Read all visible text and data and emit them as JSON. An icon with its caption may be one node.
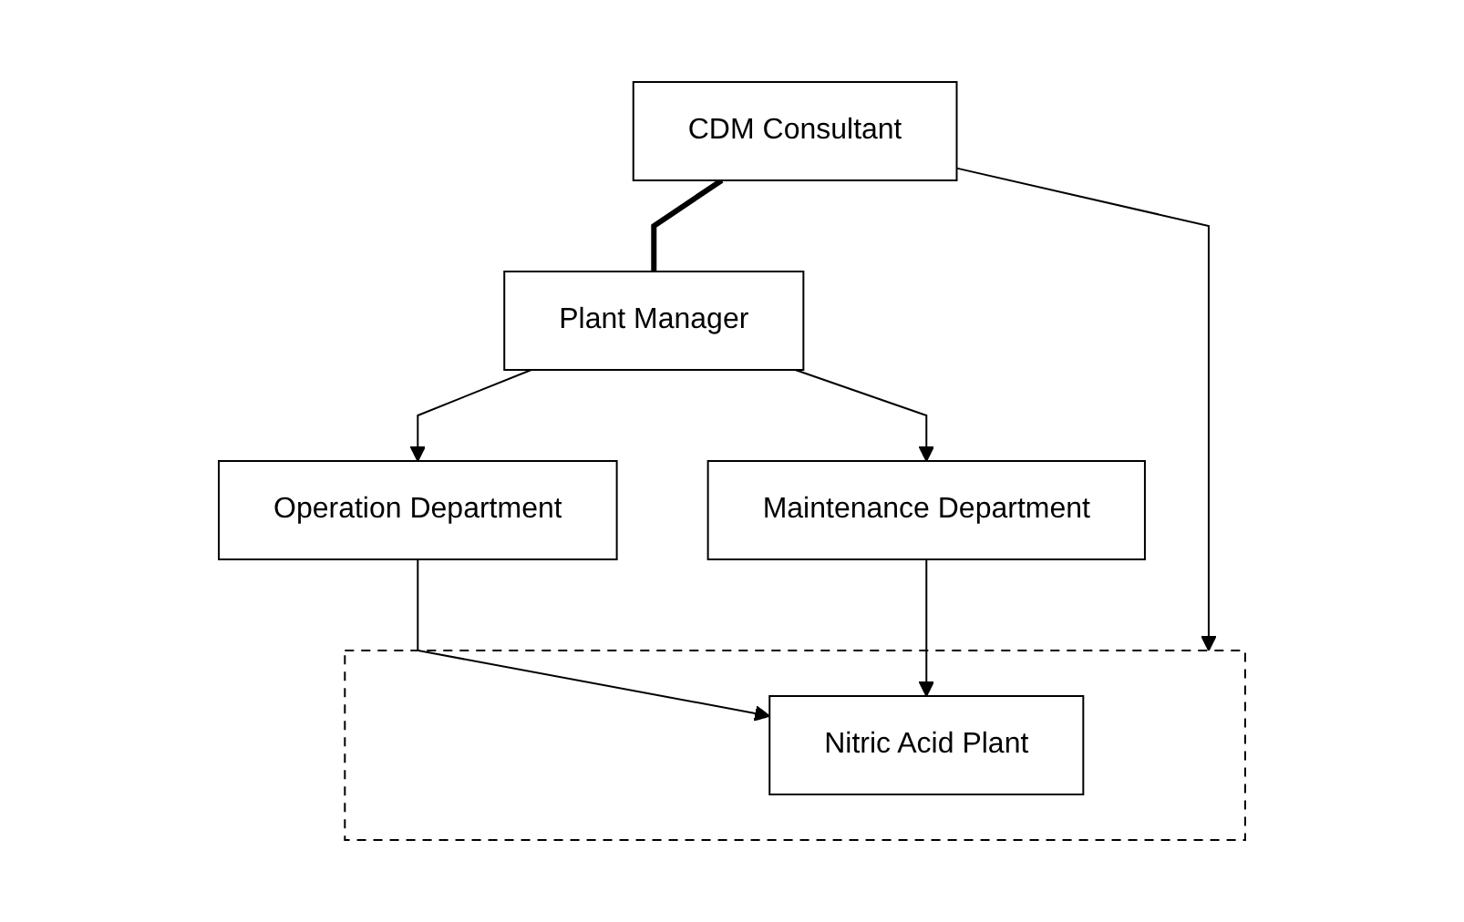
{
  "diagram": {
    "nodes": [
      {
        "text": [
          "Plant Manager"
        ]
      },
      {
        "text": [
          "CDM Consultant"
        ]
      },
      {
        "text": [
          "Operation Department"
        ]
      },
      {
        "text": [
          "Maintenance Department"
        ]
      },
      {
        "text": [],
        "shape": "box"
      },
      {
        "text": [
          "Nitric Acid Plant"
        ],
        "in": 4
      }
    ],
    "edges": [
      {
        "from": 0,
        "to": 2,
        "arrow": "to"
      },
      {
        "from": 0,
        "to": 3,
        "arrow": "to"
      },
      {
        "from": 1,
        "to": 0,
        "arrow": "none",
        "style": "thick"
      },
      {
        "from": 1,
        "to": 4,
        "arrow": "to"
      },
      {
        "from": 2,
        "to": 5,
        "arrow": "to"
      },
      {
        "from": 3,
        "to": 5,
        "arrow": "to"
      }
    ]
  }
}
